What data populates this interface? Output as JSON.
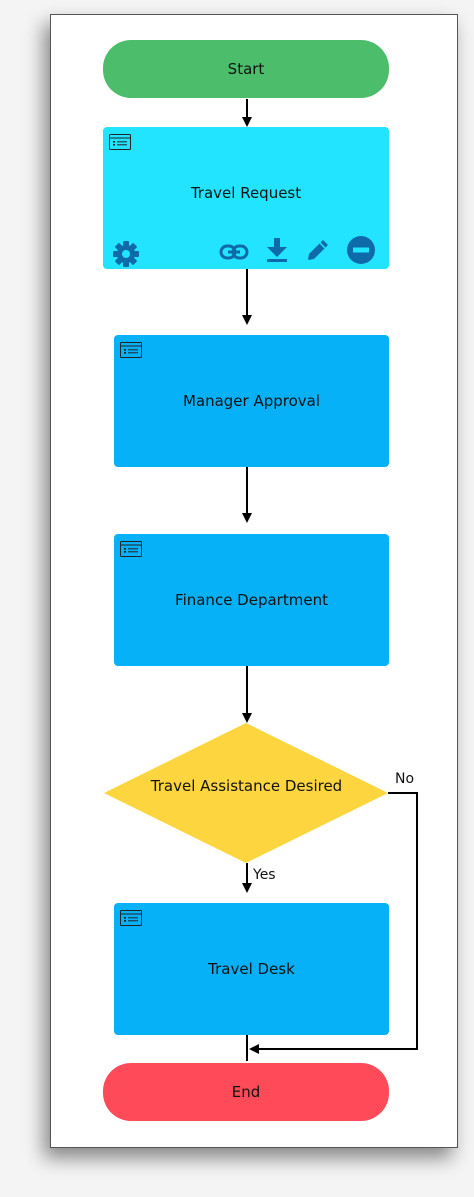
{
  "diagram": {
    "start": {
      "label": "Start",
      "color": "#4cbd6b"
    },
    "nodes": [
      {
        "id": "travel-request",
        "label": "Travel Request",
        "color": "#22e4ff",
        "selected": true
      },
      {
        "id": "manager-approval",
        "label": "Manager Approval",
        "color": "#07b1f7",
        "back_color": "#3ac8fb"
      },
      {
        "id": "finance-department",
        "label": "Finance Department",
        "color": "#07b1f7",
        "back_color": "#3ac8fb"
      },
      {
        "id": "travel-desk",
        "label": "Travel Desk",
        "color": "#07b1f7",
        "back_color": "#3ac8fb"
      }
    ],
    "decision": {
      "label": "Travel Assistance Desired",
      "color": "#fdd53e"
    },
    "end": {
      "label": "End",
      "color": "#ff4a5a"
    },
    "edge_labels": {
      "yes": "Yes",
      "no": "No"
    },
    "toolbar_icons": [
      "gear-icon",
      "link-icon",
      "download-icon",
      "pencil-icon",
      "remove-icon"
    ],
    "toolbar_color": "#0e6aa8"
  }
}
